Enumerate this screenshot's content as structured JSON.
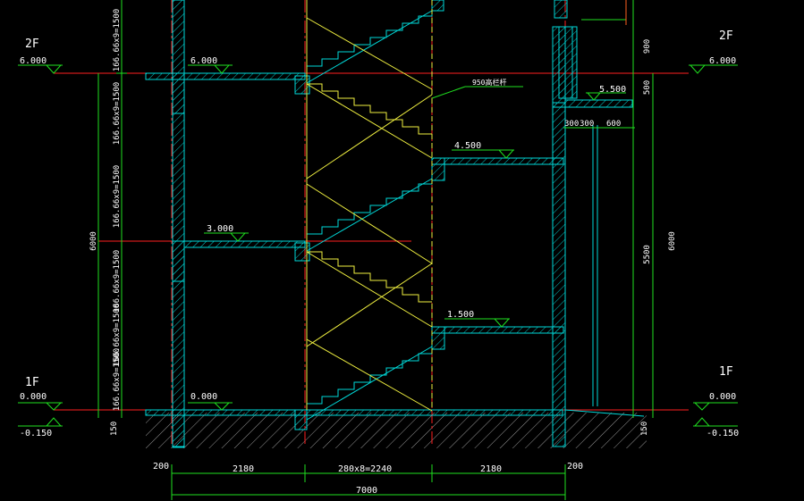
{
  "colors": {
    "background": "#000000",
    "axis": "#ff2020",
    "wall": "#00d8d8",
    "stair": "#f0f040",
    "dim": "#20e020",
    "text": "#ffffff",
    "level_text": "#e0ffe0"
  },
  "floors": {
    "left_2f": "2F",
    "right_2f": "2F",
    "left_1f": "1F",
    "right_1f": "1F"
  },
  "levels": {
    "l6000_left": "6.000",
    "l6000_inner": "6.000",
    "l6000_right": "6.000",
    "l3000": "3.000",
    "l0000_left": "0.000",
    "l0000_inner": "0.000",
    "l0000_right": "0.000",
    "lm150_left": "-0.150",
    "lm150_right": "-0.150",
    "l4500": "4.500",
    "l1500": "1.500",
    "l5500": "5.500"
  },
  "annotations": {
    "rail_note": "950高栏杆"
  },
  "dims_vertical": {
    "riser_top": "166.66x9=1500",
    "riser_1": "166.66x9=1500",
    "riser_2": "166.66x9=1500",
    "riser_3": "166.66x9=1500",
    "riser_4": "166.66x9=1500",
    "riser_5": "166.66x9=1500",
    "total_left": "6000",
    "base_left": "150",
    "d900": "900",
    "d500": "500",
    "d5500": "5500",
    "total_right": "6000",
    "base_right": "150"
  },
  "dims_horizontal": {
    "d300": "300",
    "d300b": "300",
    "d600": "600",
    "left_200": "200",
    "seg1": "2180",
    "seg2": "280x8=2240",
    "seg3": "2180",
    "right_200": "200",
    "total": "7000"
  }
}
